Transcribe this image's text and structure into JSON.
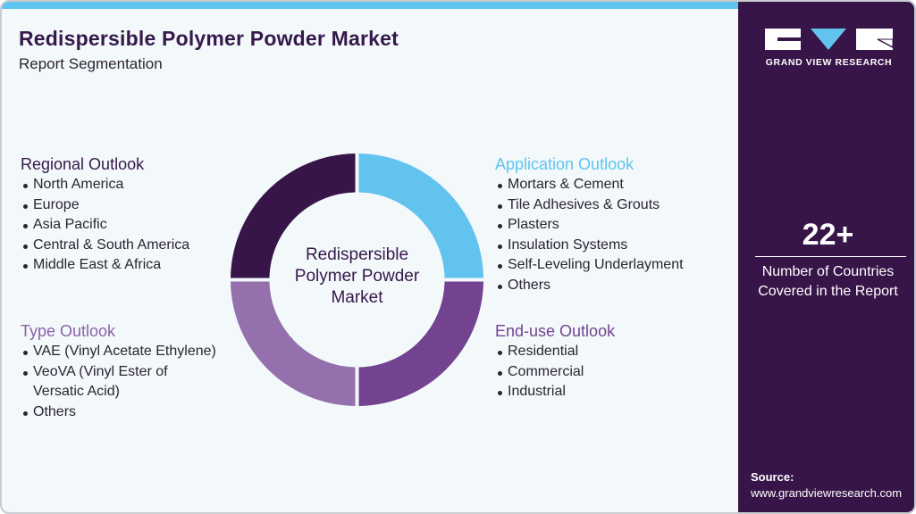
{
  "header": {
    "title": "Redispersible Polymer Powder Market",
    "subtitle": "Report Segmentation"
  },
  "colors": {
    "background": "#f3f8fb",
    "top_bar": "#5ec5ef",
    "dark_purple": "#371548",
    "light_blue": "#62c4ee",
    "medium_purple": "#744390",
    "light_purple": "#9470ad",
    "regional_heading": "#35194a",
    "type_heading": "#8c62a8",
    "application_heading": "#5ec5ef",
    "enduse_heading": "#744390"
  },
  "donut": {
    "center_label": [
      "Redispersible",
      "Polymer Powder",
      "Market"
    ],
    "segments": [
      {
        "name": "Application Outlook",
        "quadrant": "top-right",
        "color": "#62c4ee"
      },
      {
        "name": "End-use Outlook",
        "quadrant": "bottom-right",
        "color": "#744390"
      },
      {
        "name": "Type Outlook",
        "quadrant": "bottom-left",
        "color": "#9470ad"
      },
      {
        "name": "Regional Outlook",
        "quadrant": "top-left",
        "color": "#371548"
      }
    ]
  },
  "sections": {
    "regional": {
      "heading": "Regional Outlook",
      "items": [
        "North America",
        "Europe",
        "Asia Pacific",
        "Central & South America",
        "Middle East & Africa"
      ]
    },
    "type": {
      "heading": "Type Outlook",
      "items": [
        "VAE (Vinyl Acetate Ethylene)",
        "VeoVA (Vinyl Ester of",
        "Versatic Acid)",
        "Others"
      ]
    },
    "application": {
      "heading": "Application Outlook",
      "items": [
        "Mortars & Cement",
        "Tile Adhesives & Grouts",
        "Plasters",
        "Insulation Systems",
        "Self-Leveling Underlayment",
        "Others"
      ]
    },
    "enduse": {
      "heading": "End-use Outlook",
      "items": [
        "Residential",
        "Commercial",
        "Industrial"
      ]
    }
  },
  "sidebar": {
    "logo_text": "GRAND VIEW RESEARCH",
    "stat_number": "22+",
    "stat_label_line1": "Number of Countries",
    "stat_label_line2": "Covered in the Report",
    "source_label": "Source:",
    "source_url": "www.grandviewresearch.com"
  }
}
